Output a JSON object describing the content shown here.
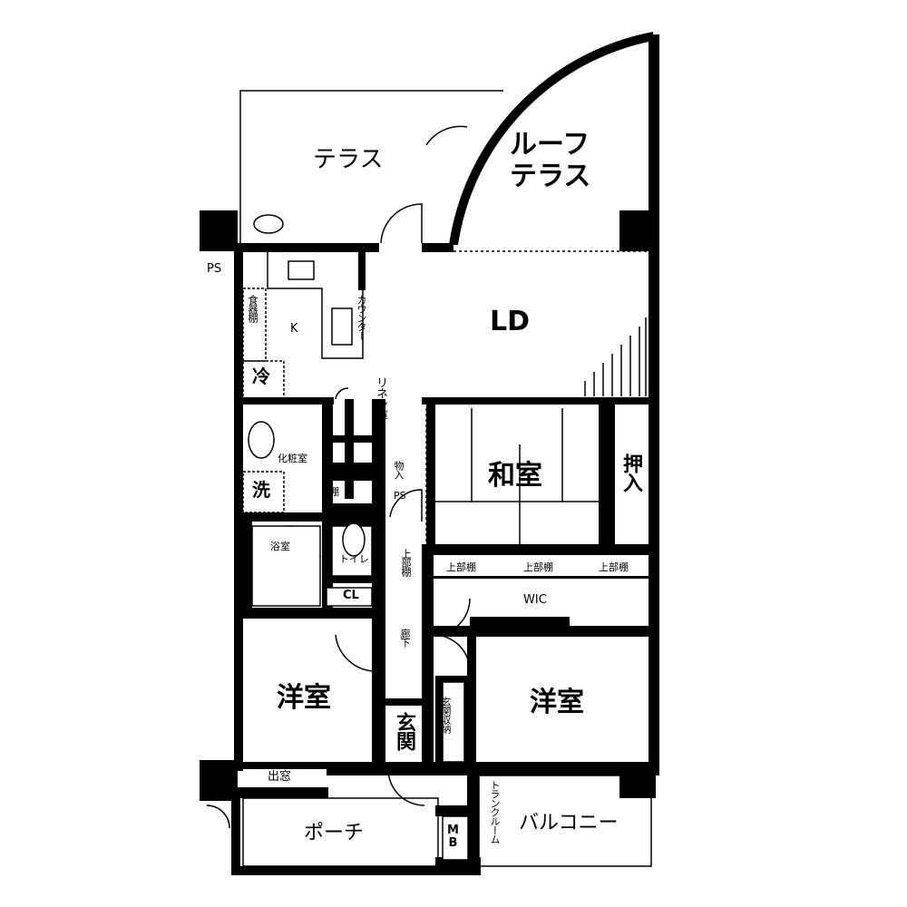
{
  "rooms": {
    "terrace": "テラス",
    "roof_terrace_1": "ルーフ",
    "roof_terrace_2": "テラス",
    "ld": "LD",
    "ps_top": "PS",
    "kitchen": "K",
    "dish_shelf": "食器棚",
    "counter": "カウンター",
    "fridge": "冷",
    "linen": "リネン庫",
    "powder_room": "化粧室",
    "washer": "洗",
    "storage": "物入",
    "ps_mid": "PS",
    "shelf": "棚",
    "washitsu": "和室",
    "oshiire": "押入",
    "bath": "浴室",
    "toilet": "トイレ",
    "upper_shelf_corridor": "上部棚",
    "closet": "CL",
    "upper_shelf_1": "上部棚",
    "upper_shelf_2": "上部棚",
    "upper_shelf_3": "上部棚",
    "wic": "WIC",
    "hallway": "廊下",
    "western_left": "洋室",
    "western_right": "洋室",
    "entrance": "玄関",
    "entrance_storage": "玄関収納",
    "bay_window": "出窓",
    "porch": "ポーチ",
    "mb": "MB",
    "trunk_room": "トランクルーム",
    "balcony": "バルコニー"
  }
}
